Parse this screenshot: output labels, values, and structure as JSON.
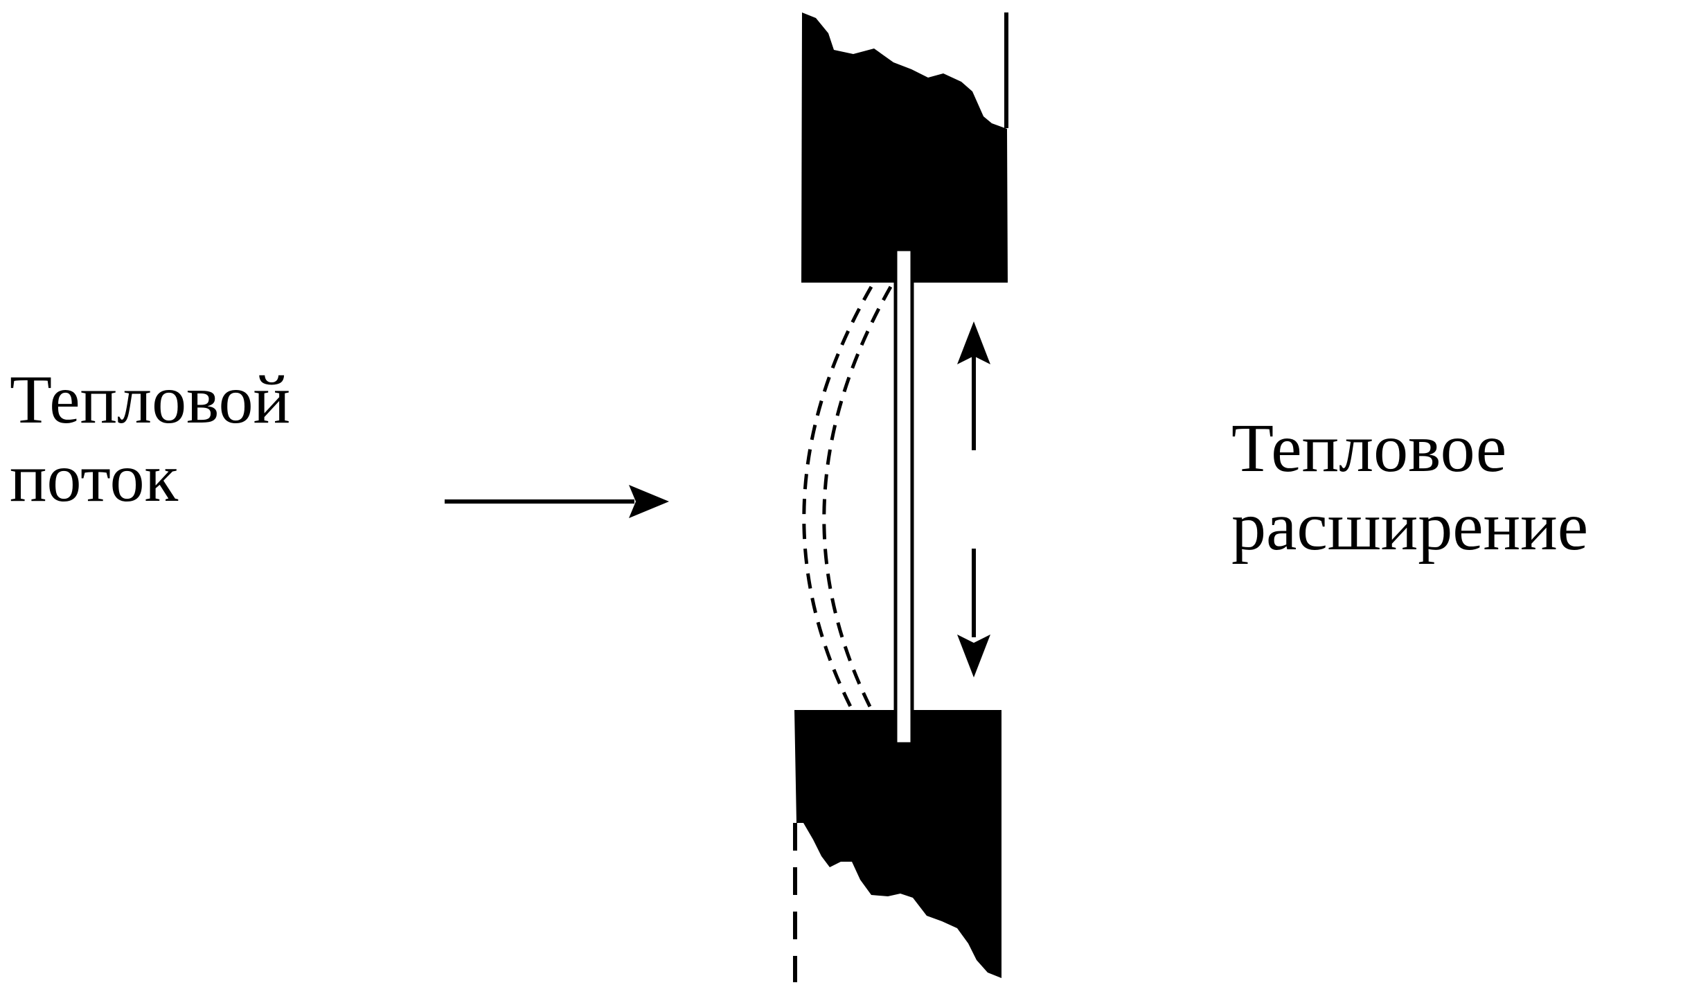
{
  "labels": {
    "heat_flow": [
      "Тепловой",
      "поток"
    ],
    "thermal_expansion": [
      "Тепловое",
      "расширение"
    ]
  },
  "colors": {
    "ink": "#000000",
    "background": "#ffffff"
  }
}
